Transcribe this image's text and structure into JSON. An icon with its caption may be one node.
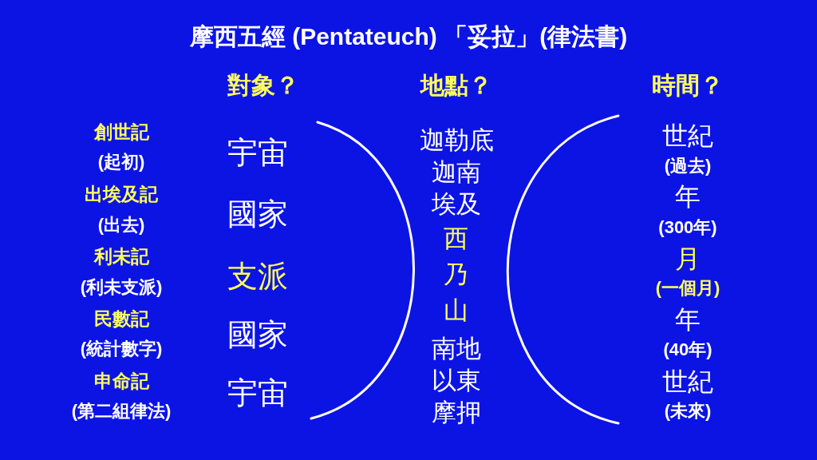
{
  "diagram": {
    "title": "摩西五經 (Pentateuch) 「妥拉」(律法書)",
    "labels": [
      "對象？",
      "地點？",
      "時間？",
      "創世記",
      "(起初)",
      "出埃及記",
      "(出去)",
      "利未記",
      "(利未支派)",
      "民數記",
      "(統計數字)",
      "申命記",
      "(第二組律法)",
      "宇宙",
      "國家",
      "支派",
      "國家",
      "宇宙",
      "迦勒底",
      "迦南",
      "埃及",
      "西乃山",
      "南地",
      "以東",
      "摩押",
      "世紀",
      "(過去)",
      "年",
      "(300年)",
      "月",
      "(一個月)",
      "年",
      "(40年)",
      "世紀",
      "(未來)"
    ]
  }
}
